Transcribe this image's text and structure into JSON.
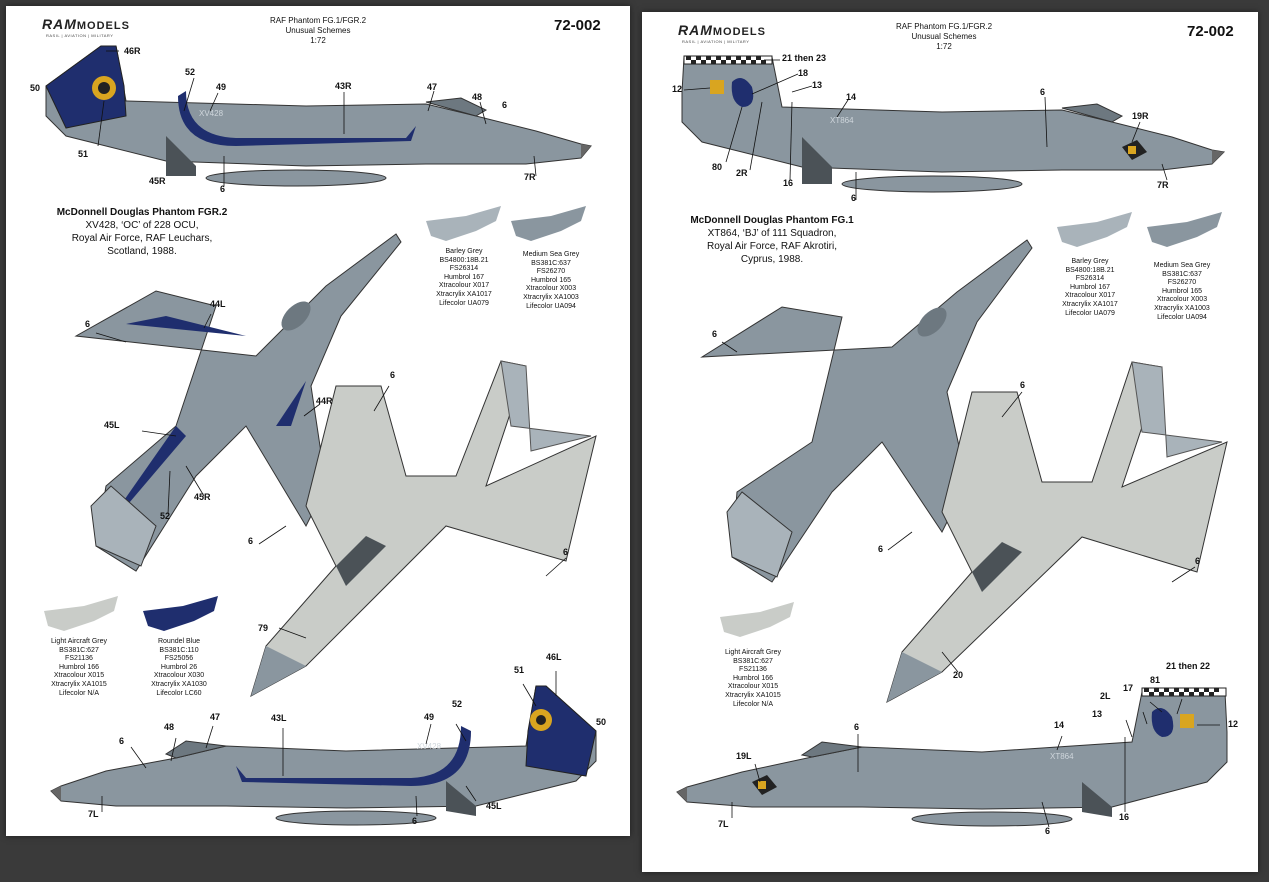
{
  "colors": {
    "medium_sea_grey": "#8a969f",
    "barley_grey": "#a9b3ba",
    "light_aircraft_grey": "#c9ccc8",
    "roundel_blue": "#1f2e6e",
    "dark_detail": "#4b5257"
  },
  "left": {
    "brand": "RAM",
    "brand_models": "MODELS",
    "brand_sub": "RASIL | AVIATION | MILITARY",
    "header": [
      "RAF Phantom FG.1/FGR.2",
      "Unusual Schemes",
      "1:72"
    ],
    "code": "72-002",
    "serial": "XV428",
    "caption": {
      "title": "McDonnell Douglas Phantom FGR.2",
      "line1": "XV428, ‘OC’ of 228 OCU,",
      "line2": "Royal Air Force, RAF Leuchars,",
      "line3": "Scotland, 1988."
    },
    "swatches": [
      {
        "name": "Barley Grey",
        "codes": [
          "BS4800:18B.21",
          "FS26314",
          "Humbrol 167",
          "Xtracolour X017",
          "Xtracrylix XA1017",
          "Lifecolor UA079"
        ]
      },
      {
        "name": "Medium Sea Grey",
        "codes": [
          "BS381C:637",
          "FS26270",
          "Humbrol 165",
          "Xtracolour X003",
          "Xtracrylix XA1003",
          "Lifecolor UA094"
        ]
      },
      {
        "name": "Light Aircraft Grey",
        "codes": [
          "BS381C:627",
          "FS21136",
          "Humbrol 166",
          "Xtracolour X015",
          "Xtracrylix XA1015",
          "Lifecolor N/A"
        ]
      },
      {
        "name": "Roundel Blue",
        "codes": [
          "BS381C:110",
          "FS25056",
          "Humbrol 26",
          "Xtracolour X030",
          "Xtracrylix XA1030",
          "Lifecolor LC60"
        ]
      }
    ],
    "callouts": [
      "46R",
      "52",
      "49",
      "50",
      "43R",
      "47",
      "48",
      "6",
      "51",
      "45R",
      "6",
      "7R",
      "44L",
      "6",
      "44R",
      "45L",
      "45R",
      "52",
      "6",
      "6",
      "6",
      "79",
      "51",
      "46L",
      "50",
      "52",
      "49",
      "47",
      "48",
      "43L",
      "6",
      "45L",
      "6",
      "7L"
    ]
  },
  "right": {
    "brand": "RAM",
    "brand_models": "MODELS",
    "brand_sub": "RASIL | AVIATION | MILITARY",
    "header": [
      "RAF Phantom FG.1/FGR.2",
      "Unusual Schemes",
      "1:72"
    ],
    "code": "72-002",
    "serial": "XT864",
    "caption": {
      "title": "McDonnell Douglas Phantom FG.1",
      "line1": "XT864, ‘BJ’ of 111 Squadron,",
      "line2": "Royal Air Force, RAF Akrotiri,",
      "line3": "Cyprus, 1988."
    },
    "swatches": [
      {
        "name": "Barley Grey",
        "codes": [
          "BS4800:18B.21",
          "FS26314",
          "Humbrol 167",
          "Xtracolour X017",
          "Xtracrylix XA1017",
          "Lifecolor UA079"
        ]
      },
      {
        "name": "Medium Sea Grey",
        "codes": [
          "BS381C:637",
          "FS26270",
          "Humbrol 165",
          "Xtracolour X003",
          "Xtracrylix XA1003",
          "Lifecolor UA094"
        ]
      },
      {
        "name": "Light Aircraft Grey",
        "codes": [
          "BS381C:627",
          "FS21136",
          "Humbrol 166",
          "Xtracolour X015",
          "Xtracrylix XA1015",
          "Lifecolor N/A"
        ]
      }
    ],
    "callouts": [
      "21 then 23",
      "18",
      "13",
      "12",
      "14",
      "6",
      "19R",
      "80",
      "2R",
      "16",
      "6",
      "7R",
      "6",
      "6",
      "6",
      "6",
      "20",
      "21 then 22",
      "2L",
      "17",
      "81",
      "13",
      "14",
      "12",
      "6",
      "19L",
      "7L",
      "6",
      "16"
    ]
  }
}
